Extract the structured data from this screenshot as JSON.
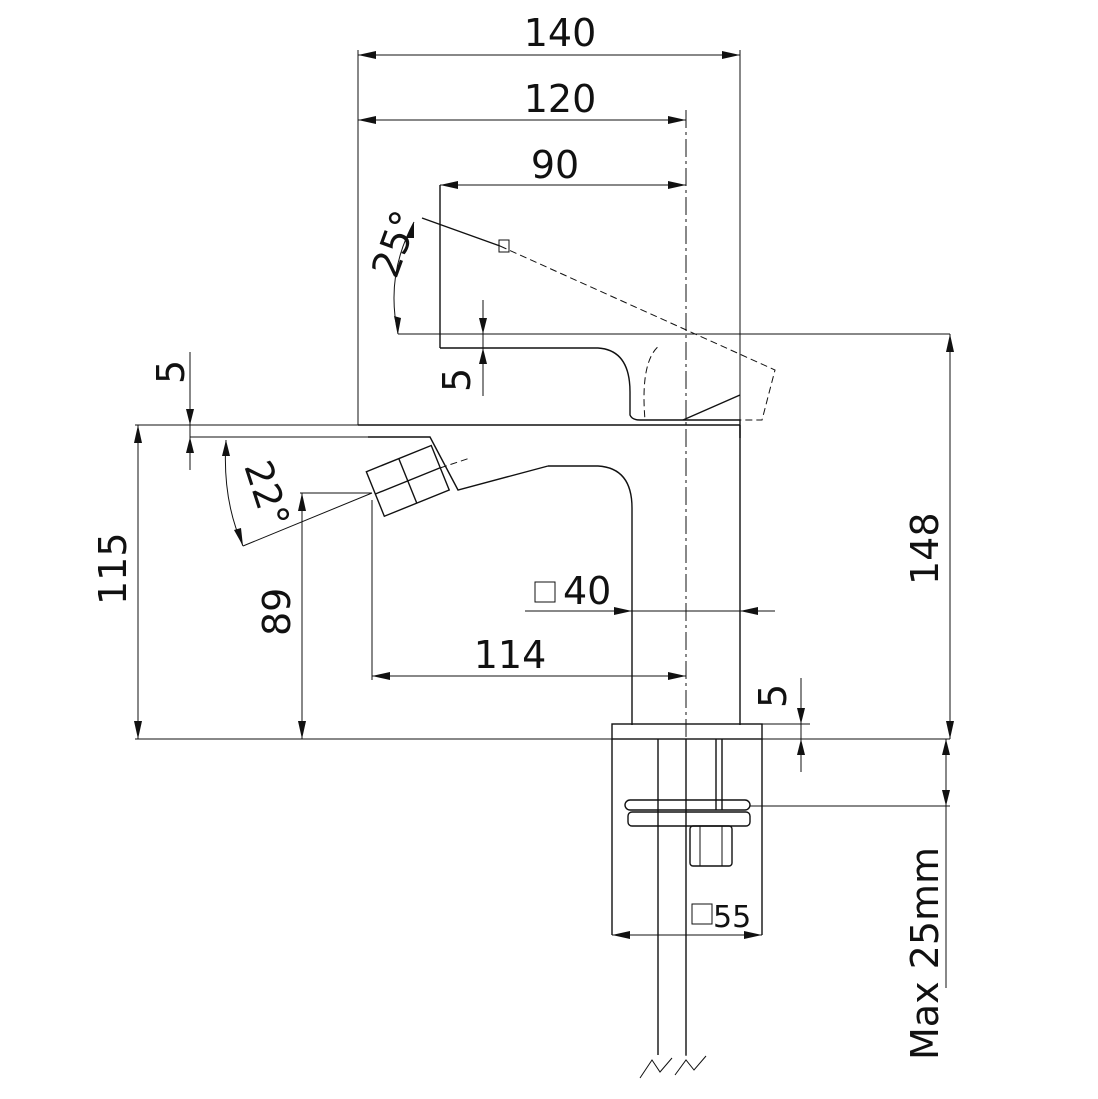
{
  "dimensions": {
    "overall_width": "140",
    "spout_reach": "120",
    "lever_reach": "90",
    "lever_angle": "25°",
    "lever_offset": "5",
    "top_offset_upper": "5",
    "top_offset_lower": "5",
    "body_height": "115",
    "mixer_height": "89",
    "mixer_reach": "114",
    "body_square": "40",
    "total_height": "148",
    "mixer_angle": "22°",
    "base_square": "55",
    "max_deck": "Max 25mm"
  }
}
